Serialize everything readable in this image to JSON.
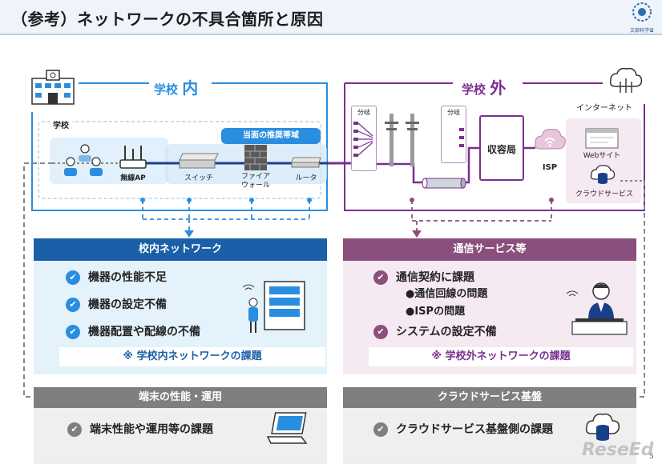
{
  "header": {
    "title": "（参考）ネットワークの不具合箇所と原因",
    "logo_caption": "文部科学省"
  },
  "inside": {
    "label_prefix": "学校",
    "label_main": "内",
    "school_label": "学校",
    "recommended_band": "当面の推奨帯域",
    "devices": {
      "ap": "無線AP",
      "switch": "スイッチ",
      "firewall_line1": "ファイア",
      "firewall_line2": "ウォール",
      "router": "ルータ"
    }
  },
  "outside": {
    "label_prefix": "学校",
    "label_main": "外",
    "branch1": "分岐",
    "branch2": "分岐",
    "station": "収容局",
    "isp": "ISP",
    "internet": "インターネット",
    "website": "Webサイト",
    "cloud_service": "クラウドサービス"
  },
  "panels": {
    "school_network": {
      "header": "校内ネットワーク",
      "items": [
        "機器の性能不足",
        "機器の設定不備",
        "機器配置や配線の不備"
      ],
      "note": "※ 学校内ネットワークの課題"
    },
    "telecom": {
      "header": "通信サービス等",
      "item1": "通信契約に課題",
      "sub1": "●通信回線の問題",
      "sub2": "●ISPの問題",
      "item2": "システムの設定不備",
      "note": "※ 学校外ネットワークの課題"
    },
    "terminal": {
      "header": "端末の性能・運用",
      "item": "端末性能や運用等の課題"
    },
    "cloud": {
      "header": "クラウドサービス基盤",
      "item": "クラウドサービス基盤側の課題"
    }
  },
  "page_number": "5",
  "watermark": "ReseEd",
  "colors": {
    "blue": "#2a8ee0",
    "navy": "#1a5fa8",
    "purple": "#7a2f8f",
    "mauve": "#8a4f7d",
    "gray": "#7f7f7f"
  }
}
